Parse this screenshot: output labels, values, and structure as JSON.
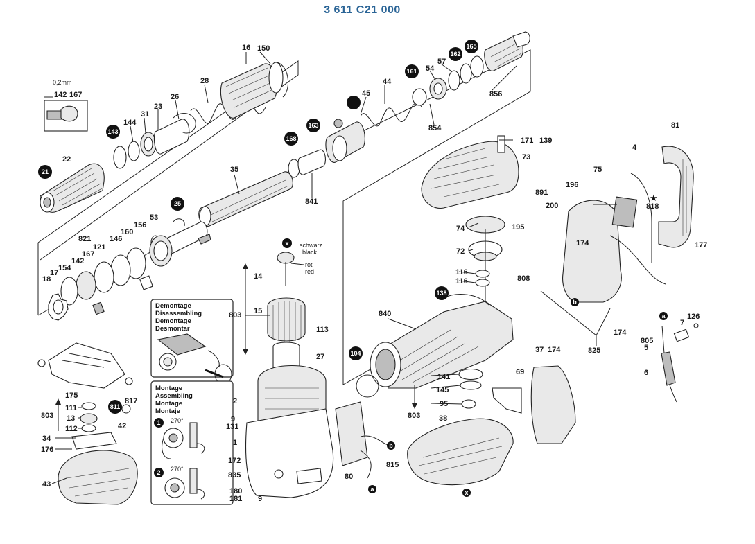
{
  "title": "3 611 C21 000",
  "colors": {
    "title": "#2a6496",
    "badge": "#111111",
    "line": "#222222"
  },
  "detail": {
    "dimension": "0,2mm",
    "labels": [
      "142",
      "167"
    ]
  },
  "demontage_box": {
    "lines": [
      "Demontage",
      "Disassembling",
      "Demontage",
      "Desmontar"
    ]
  },
  "montage_box": {
    "lines": [
      "Montage",
      "Assembling",
      "Montage",
      "Montaje"
    ],
    "steps": [
      "1",
      "2"
    ],
    "angles": [
      "270°",
      "270°"
    ]
  },
  "wire_notes": {
    "schwarz": "schwarz",
    "black": "black",
    "rot": "rot",
    "red": "red"
  },
  "badges": [
    "21",
    "143",
    "168",
    "163",
    "161",
    "162",
    "165",
    "25",
    "138",
    "104",
    "811"
  ],
  "letters": {
    "x_top": "x",
    "x_bottom": "x",
    "a_motor": "a",
    "b_switch": "b",
    "b_handle": "b",
    "a_cable": "a",
    "star": "★"
  },
  "labels": {
    "l16": "16",
    "l150": "150",
    "l28": "28",
    "l26": "26",
    "l23": "23",
    "l31": "31",
    "l144": "144",
    "l22": "22",
    "l45": "45",
    "l44": "44",
    "l54": "54",
    "l57": "57",
    "l856": "856",
    "l854": "854",
    "l841": "841",
    "l35": "35",
    "l53": "53",
    "l156": "156",
    "l160": "160",
    "l146": "146",
    "l121": "121",
    "l821": "821",
    "l167": "167",
    "l142": "142",
    "l154": "154",
    "l17": "17",
    "l18": "18",
    "l171": "171",
    "l73": "73",
    "l139": "139",
    "l81": "81",
    "l4": "4",
    "l818": "818",
    "l75": "75",
    "l196": "196",
    "l891": "891",
    "l200": "200",
    "l195": "195",
    "l174a": "174",
    "l177": "177",
    "l74": "74",
    "l72": "72",
    "l116a": "116",
    "l116b": "116",
    "l808": "808",
    "l840": "840",
    "l174b": "174",
    "l825": "825",
    "l126": "126",
    "l7": "7",
    "l805": "805",
    "l5": "5",
    "l6": "6",
    "l14": "14",
    "l15": "15",
    "l803a": "803",
    "l113": "113",
    "l27": "27",
    "l2": "2",
    "l9a": "9",
    "l131": "131",
    "l1": "1",
    "l172": "172",
    "l835": "835",
    "l180": "180",
    "l181": "181",
    "l9b": "9",
    "l80": "80",
    "l815": "815",
    "l37": "37",
    "l174c": "174",
    "l69": "69",
    "l141": "141",
    "l145": "145",
    "l95": "95",
    "l803b": "803",
    "l38": "38",
    "l175": "175",
    "l111": "111",
    "l13": "13",
    "l803c": "803",
    "l112": "112",
    "l34": "34",
    "l176": "176",
    "l43": "43",
    "l817": "817",
    "l42": "42"
  }
}
